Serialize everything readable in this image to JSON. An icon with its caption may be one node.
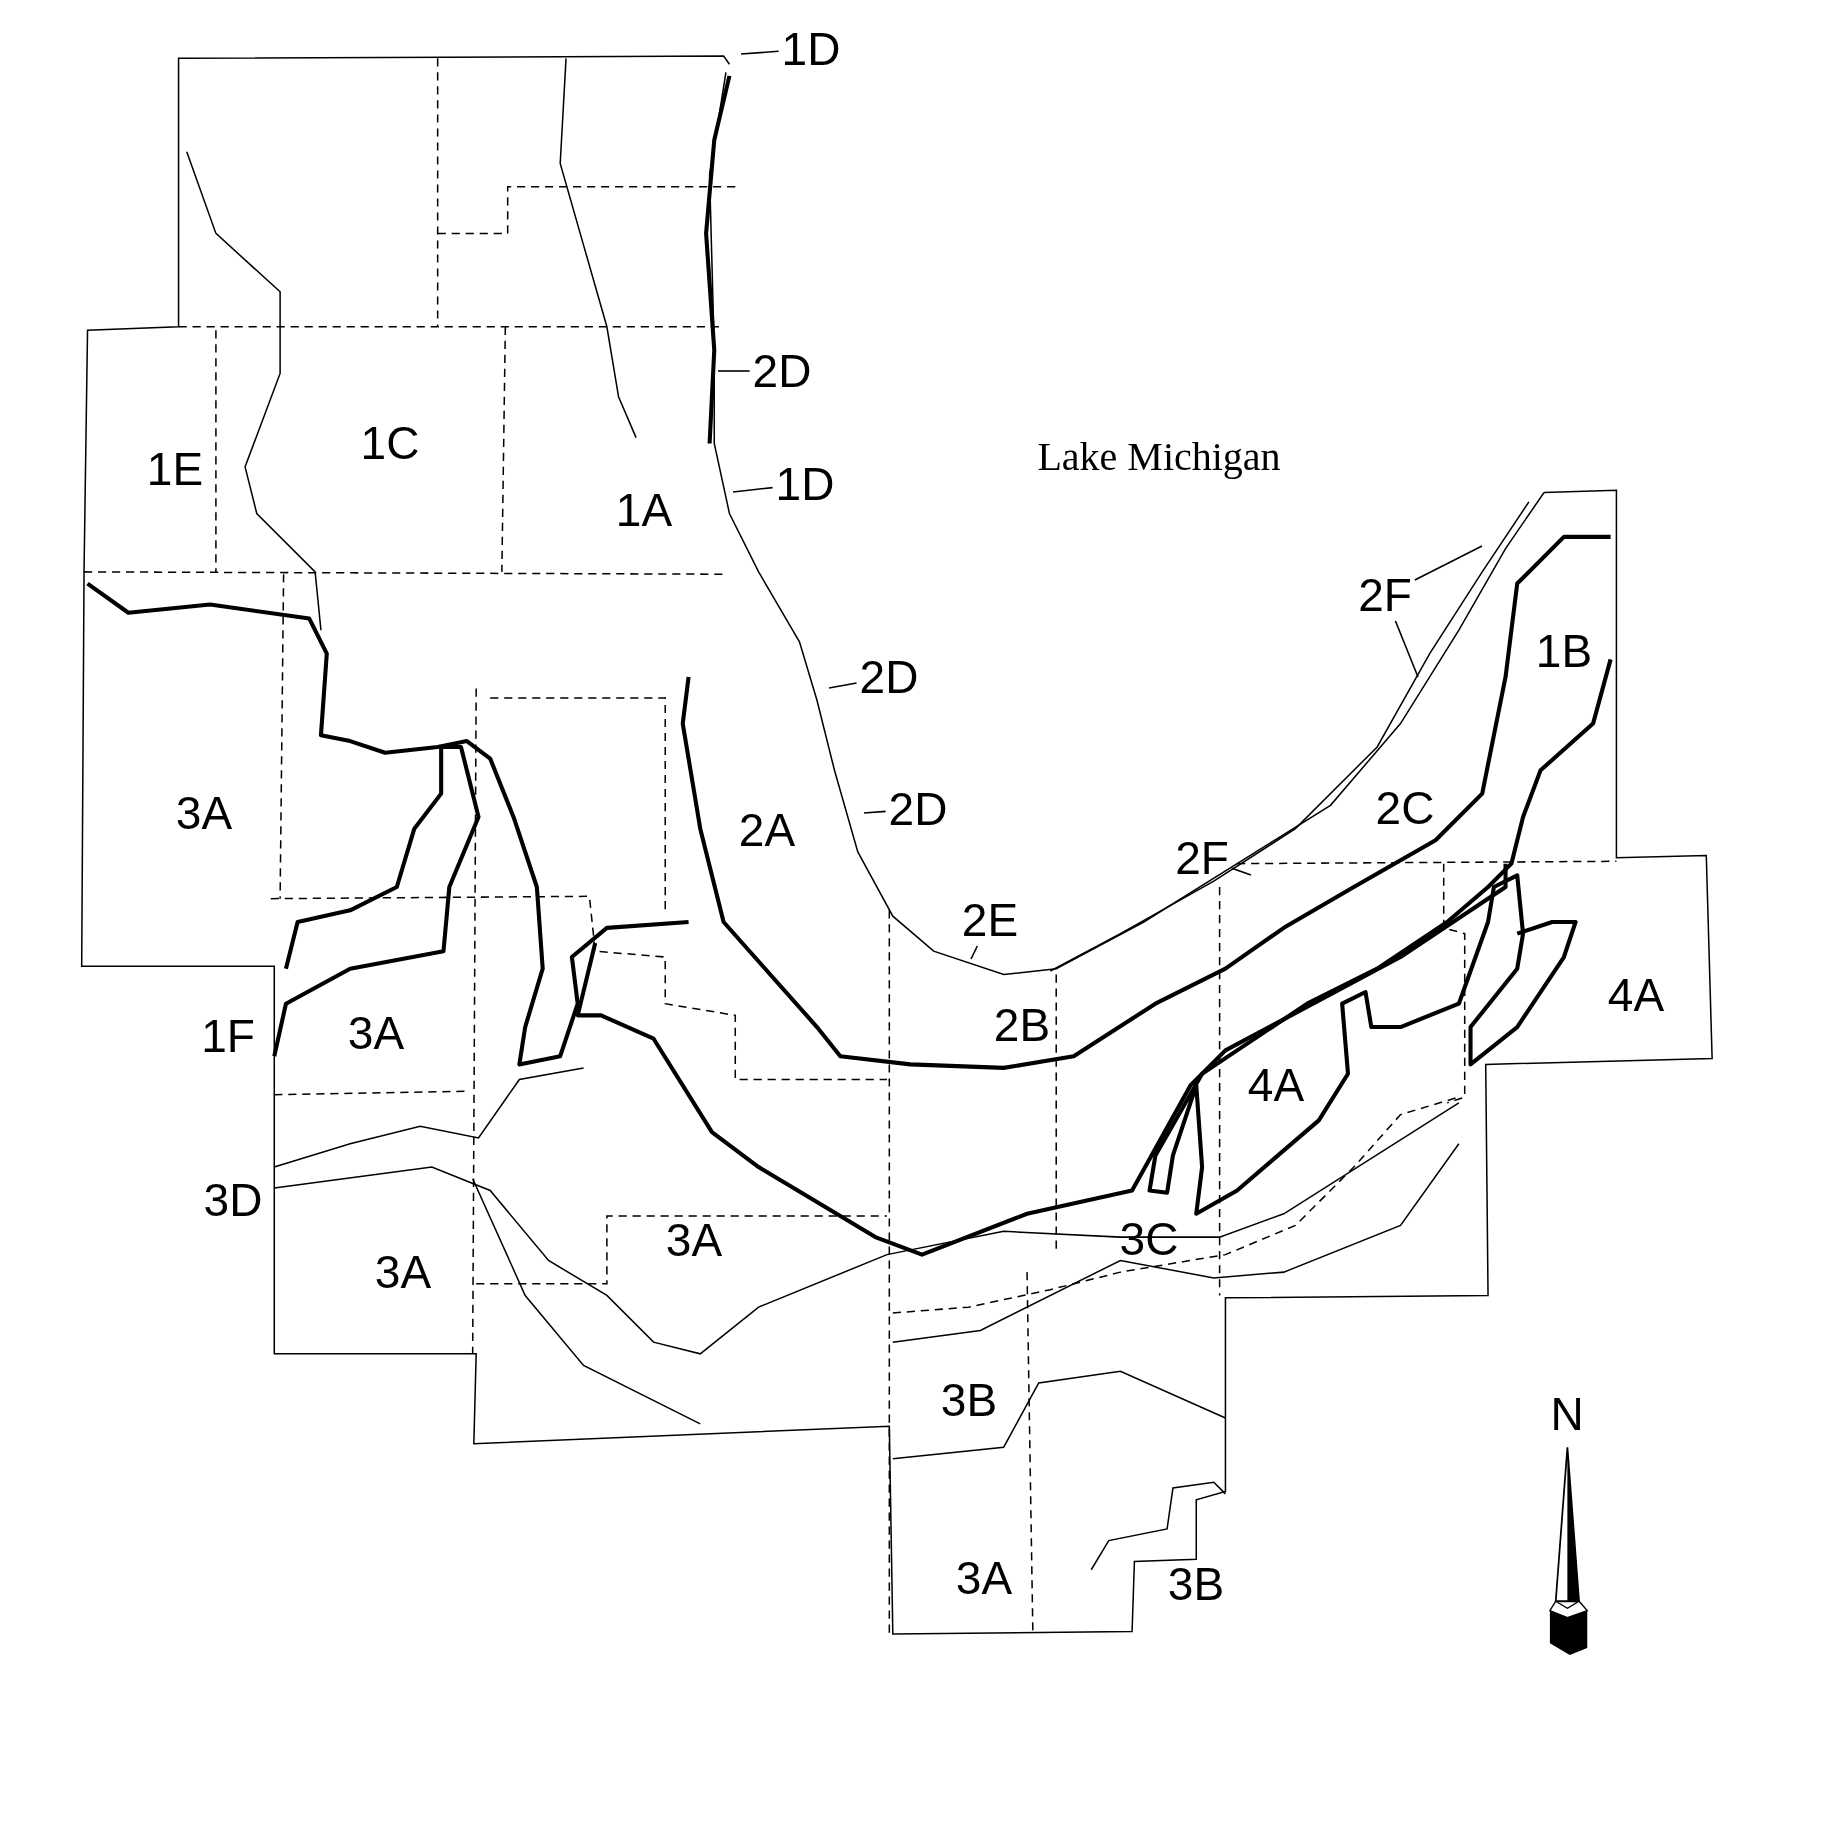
{
  "diagram": {
    "nodes": [
      {
        "text": [
          "1D"
        ]
      },
      {
        "text": [
          "2D"
        ]
      },
      {
        "text": [
          "1D"
        ]
      },
      {
        "text": [
          "2D"
        ]
      },
      {
        "text": [
          "2D"
        ]
      },
      {
        "text": [
          "2E"
        ]
      },
      {
        "text": [
          "2F"
        ]
      },
      {
        "text": [
          "2F"
        ]
      }
    ],
    "edges": [
      {
        "from": 0,
        "to": null,
        "arrow": "none"
      },
      {
        "from": 1,
        "to": null,
        "arrow": "none"
      },
      {
        "from": 2,
        "to": null,
        "arrow": "none"
      },
      {
        "from": 3,
        "to": null,
        "arrow": "none"
      },
      {
        "from": 4,
        "to": null,
        "arrow": "none"
      },
      {
        "from": 5,
        "to": null,
        "arrow": "none"
      },
      {
        "from": 6,
        "to": null,
        "arrow": "none"
      },
      {
        "from": 6,
        "to": null,
        "arrow": "none"
      },
      {
        "from": 7,
        "to": null,
        "arrow": "none"
      }
    ],
    "labels": [
      "1E",
      "1C",
      "Lake Michigan",
      "1A",
      "1B",
      "2A",
      "3A",
      "2C",
      "1F",
      "3A",
      "2B",
      "4A",
      "4A",
      "3D",
      "3A",
      "3A",
      "3C",
      "3B",
      "N",
      "3A",
      "3B"
    ]
  }
}
